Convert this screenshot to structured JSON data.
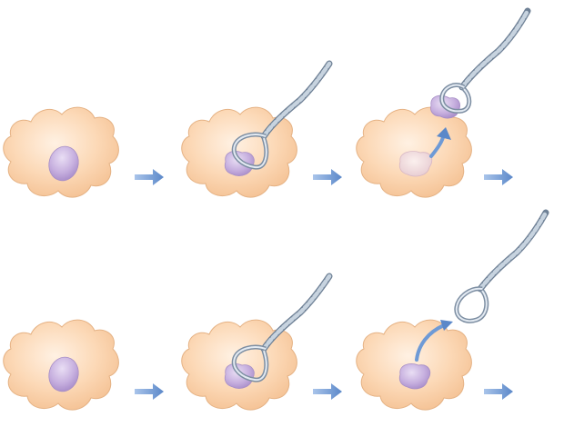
{
  "colors": {
    "cell_fill": "#fbd3ad",
    "cell_stroke": "#e7b488",
    "cell_highlight": "#fde7d2",
    "nucleus_fill": "#c9b3df",
    "nucleus_stroke": "#a78fc6",
    "nucleus_removed_fill": "#f4dcd8",
    "nucleus_removed_stroke": "#d7b6c4",
    "wire": "#9fb0c2",
    "wire_light": "#e8eef5",
    "wire_dark": "#6f8196",
    "arrow": "#6e9ad6"
  },
  "rows": [
    {
      "row": "top",
      "steps": [
        "intact-cell",
        "loop-capture-nucleus",
        "nucleus-removed"
      ],
      "removed_item": "nucleus"
    },
    {
      "row": "bottom",
      "steps": [
        "intact-cell",
        "loop-capture-nucleus",
        "loop-withdrawn-empty"
      ],
      "removed_item": "none"
    }
  ],
  "icons": {
    "step_arrow": "right-arrow-icon",
    "removal_arrow": "curved-arrow-icon",
    "tool": "wire-loop-icon"
  }
}
